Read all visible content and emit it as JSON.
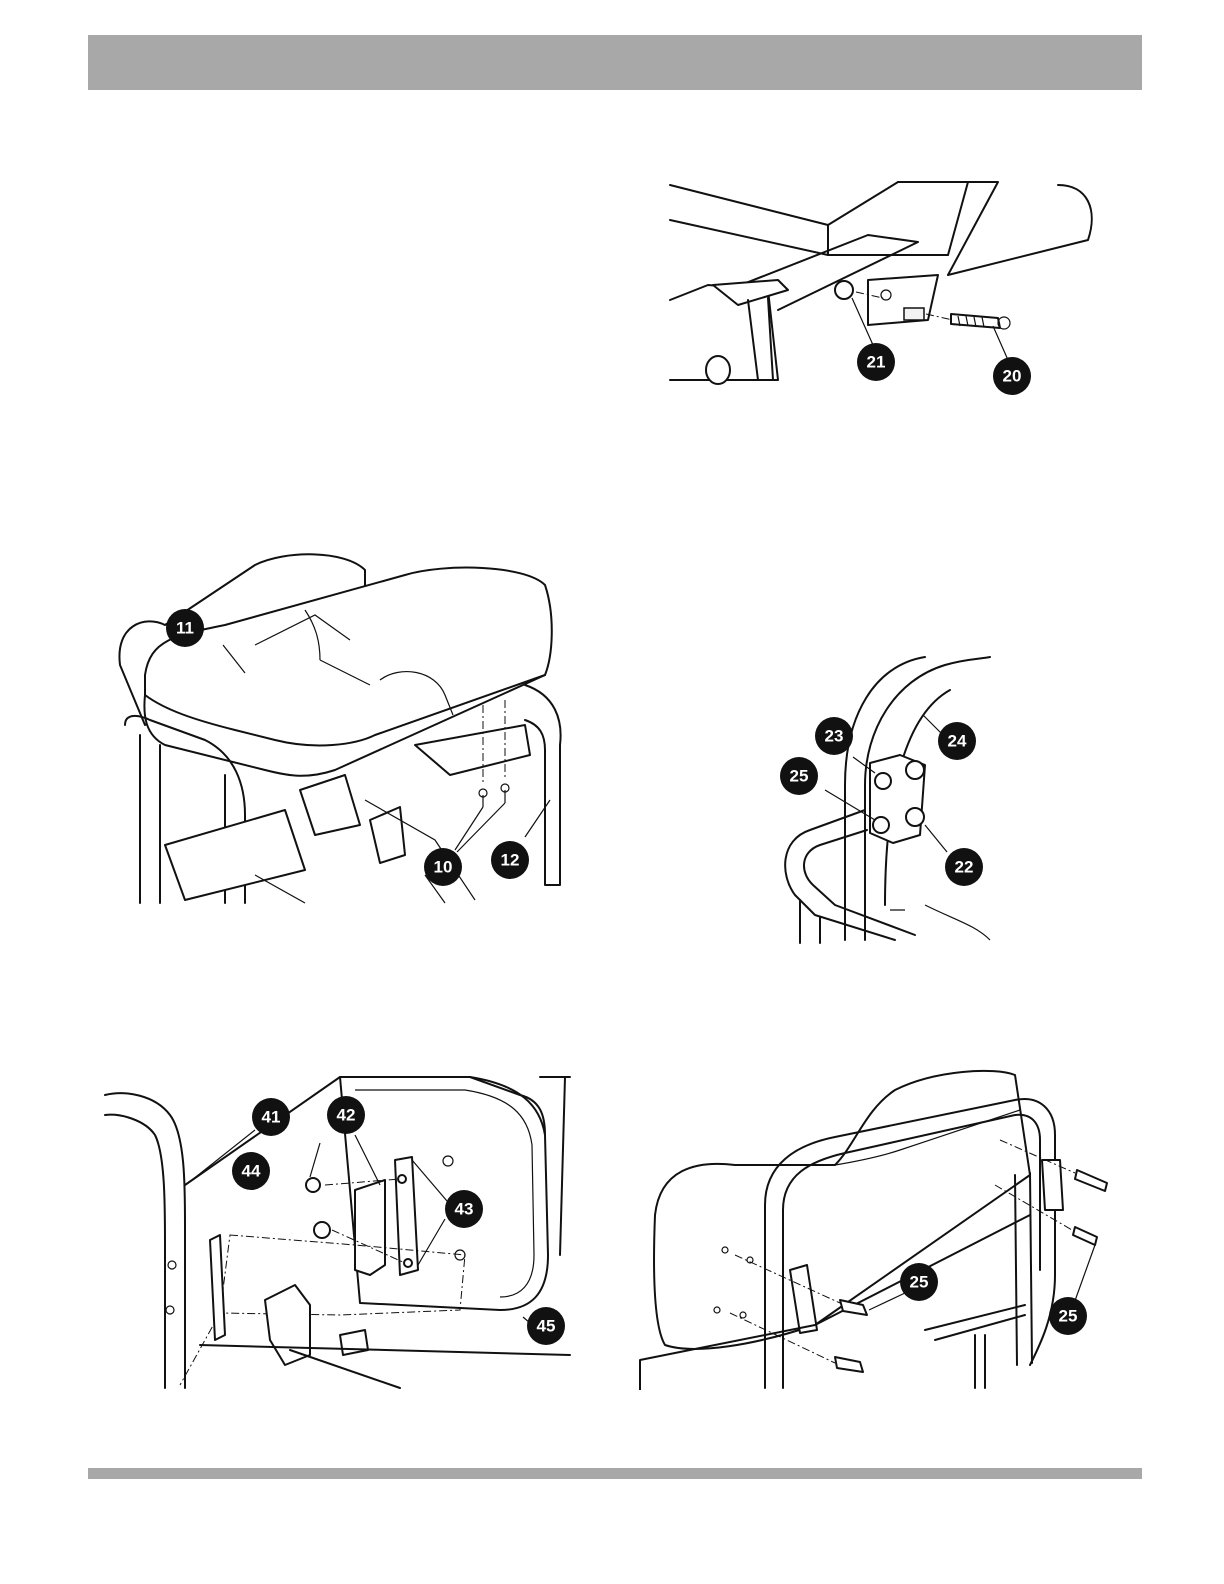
{
  "figures": {
    "fig1": {
      "callouts": [
        "21",
        "20"
      ]
    },
    "fig2": {
      "callouts": [
        "11",
        "10",
        "12"
      ]
    },
    "fig3": {
      "callouts": [
        "23",
        "24",
        "25",
        "22"
      ]
    },
    "fig4": {
      "callouts": [
        "41",
        "42",
        "44",
        "43",
        "45"
      ]
    },
    "fig5": {
      "callouts": [
        "25",
        "25"
      ]
    }
  }
}
